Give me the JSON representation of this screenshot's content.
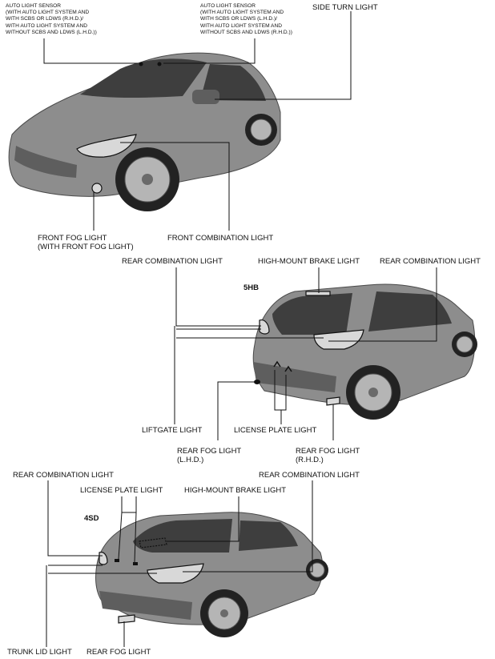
{
  "top": {
    "auto_sensor_lhd": [
      "AUTO LIGHT SENSOR",
      "(WITH AUTO LIGHT SYSTEM AND",
      "WITH SCBS OR LDWS (R.H.D.)/",
      "WITH AUTO LIGHT SYSTEM AND",
      "WITHOUT SCBS AND LDWS (L.H.D.))"
    ],
    "auto_sensor_rhd": [
      "AUTO LIGHT SENSOR",
      "(WITH AUTO LIGHT SYSTEM AND",
      "WITH SCBS OR LDWS (L.H.D.)/",
      "WITH AUTO LIGHT SYSTEM AND",
      "WITHOUT SCBS AND LDWS (R.H.D.))"
    ],
    "side_turn": "SIDE TURN LIGHT",
    "front_fog": [
      "FRONT FOG LIGHT",
      "(WITH FRONT FOG LIGHT)"
    ],
    "front_combination": "FRONT COMBINATION LIGHT"
  },
  "hb": {
    "tag": "5HB",
    "rear_combination_left": "REAR COMBINATION LIGHT",
    "high_mount": "HIGH-MOUNT BRAKE LIGHT",
    "rear_combination_right": "REAR COMBINATION LIGHT",
    "liftgate": "LIFTGATE LIGHT",
    "license_plate": "LICENSE PLATE LIGHT",
    "rear_fog_lhd": [
      "REAR FOG LIGHT",
      "(L.H.D.)"
    ],
    "rear_fog_rhd": [
      "REAR FOG LIGHT",
      "(R.H.D.)"
    ]
  },
  "sd": {
    "tag": "4SD",
    "rear_combination_left": "REAR COMBINATION LIGHT",
    "rear_combination_right": "REAR COMBINATION LIGHT",
    "license_plate": "LICENSE PLATE LIGHT",
    "high_mount": "HIGH-MOUNT BRAKE LIGHT",
    "trunk_lid": "TRUNK LID LIGHT",
    "rear_fog": "REAR FOG LIGHT"
  }
}
